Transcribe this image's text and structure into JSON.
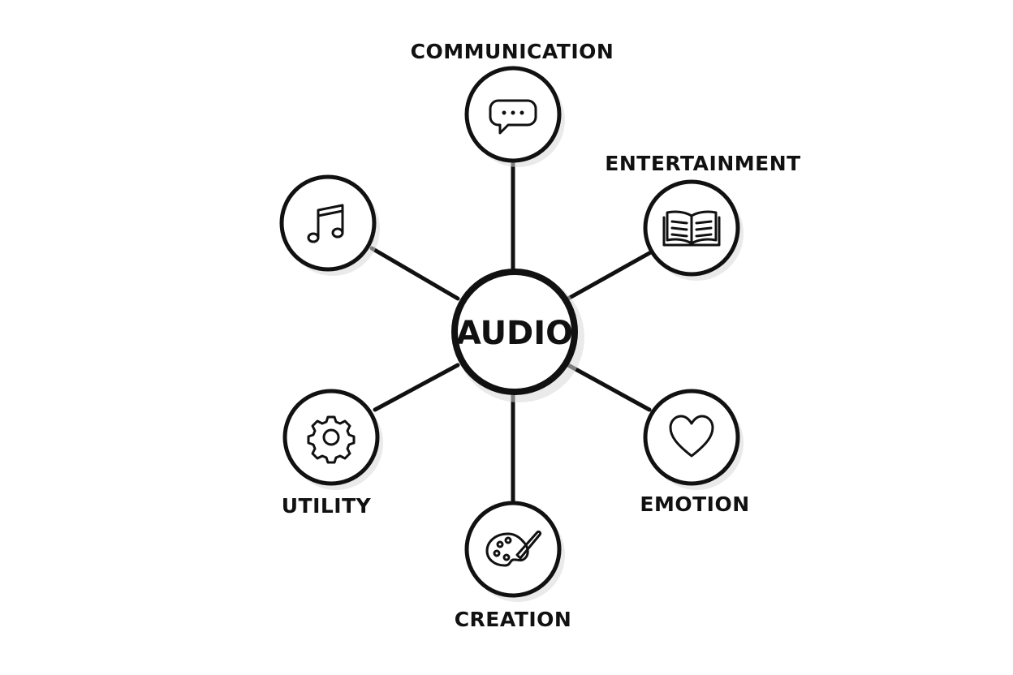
{
  "hub": {
    "label": "AUDIO"
  },
  "nodes": [
    {
      "id": "communication",
      "label": "COMMUNICATION",
      "icon": "speech-bubble-icon"
    },
    {
      "id": "entertainment",
      "label": "ENTERTAINMENT",
      "icon": "book-icon"
    },
    {
      "id": "emotion",
      "label": "EMOTION",
      "icon": "heart-icon"
    },
    {
      "id": "creation",
      "label": "CREATION",
      "icon": "palette-icon"
    },
    {
      "id": "utility",
      "label": "UTILITY",
      "icon": "gear-icon"
    },
    {
      "id": "music",
      "label": "",
      "icon": "music-note-icon"
    }
  ],
  "colors": {
    "ink": "#111111",
    "background": "#ffffff"
  }
}
